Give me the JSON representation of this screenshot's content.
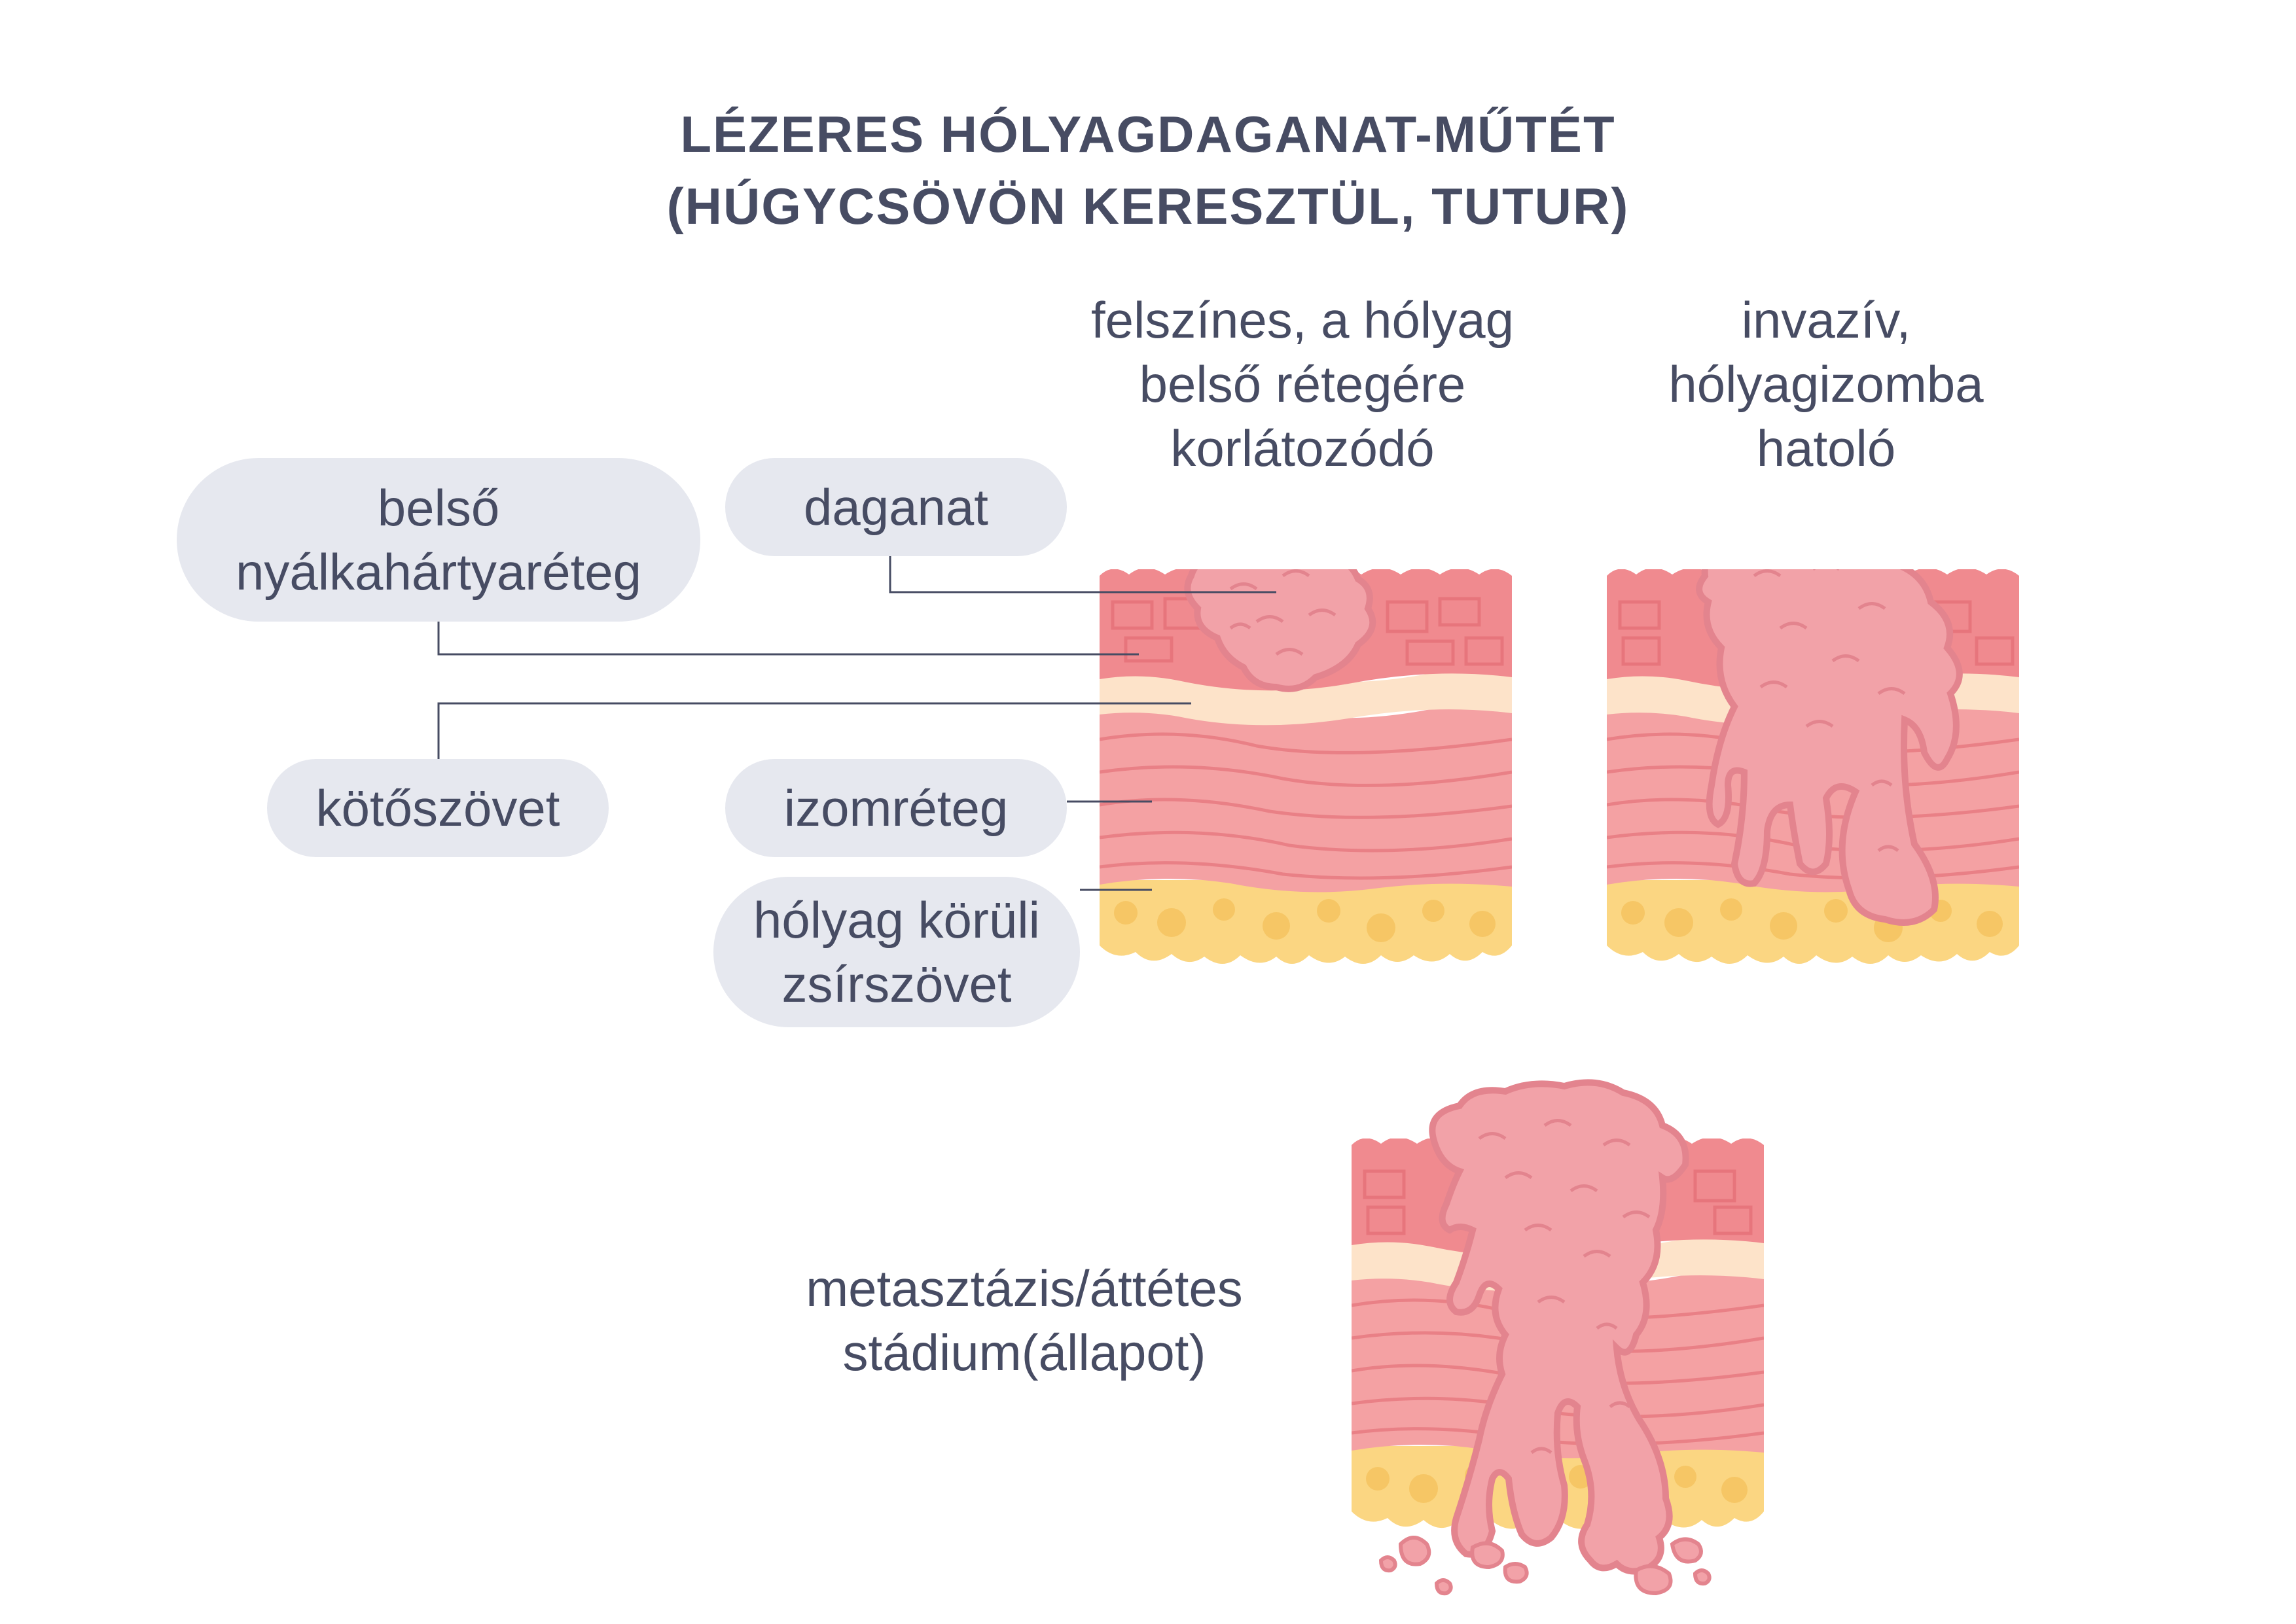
{
  "title": {
    "line1": "LÉZERES HÓLYAGDAGANAT-MŰTÉT",
    "line2": "(HÚGYCSÖVÖN KERESZTÜL, TUTUR)"
  },
  "stages": {
    "superficial": [
      "felszínes, a hólyag",
      "belső rétegére",
      "korlátozódó"
    ],
    "invasive": [
      "invazív,",
      "hólyagizomba",
      "hatoló"
    ],
    "metastatic": [
      "metasztázis/áttétes",
      "stádium(állapot)"
    ]
  },
  "labels": {
    "mucosa": [
      "belső",
      "nyálkahártyaréteg"
    ],
    "tumor": "daganat",
    "connective": "kötőszövet",
    "muscle": "izomréteg",
    "fat": [
      "hólyag körüli",
      "zsírszövet"
    ]
  },
  "colors": {
    "text": "#474c63",
    "pill": "#e6e8ef",
    "mucosa": "#f08a8f",
    "mucosa_cell": "#e7757c",
    "connective": "#fde3c9",
    "muscle": "#f4a1a3",
    "muscle_line": "#e98086",
    "fat": "#fbd682",
    "fat_cell": "#f6c665",
    "tumor": "#f2a2a8",
    "tumor_dark": "#e3848e",
    "leader": "#474c63"
  }
}
